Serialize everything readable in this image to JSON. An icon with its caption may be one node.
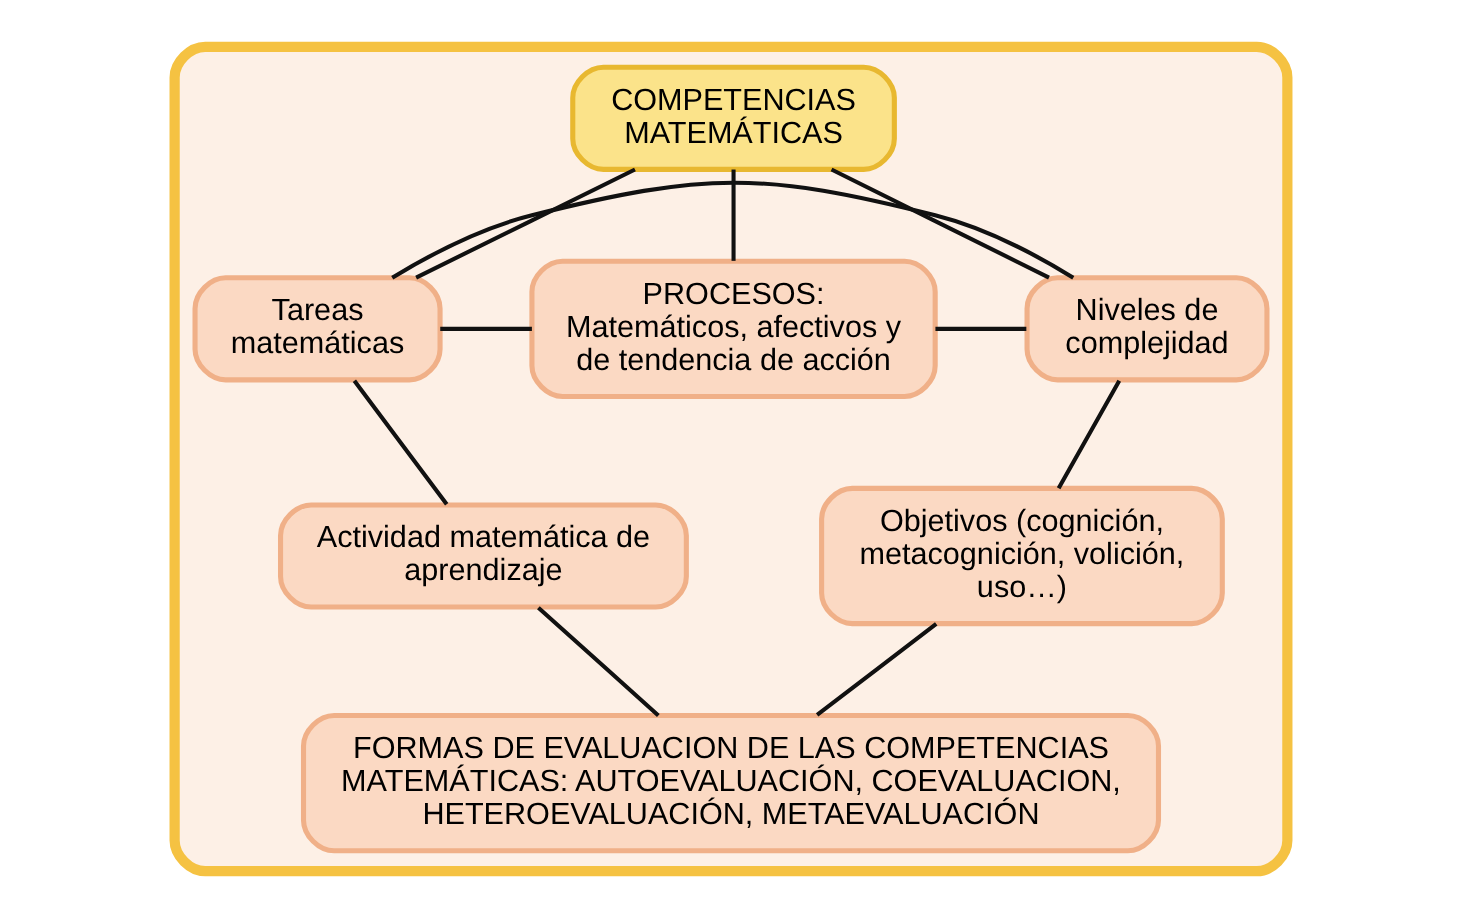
{
  "diagram": {
    "nodes": [
      {
        "text": [],
        "shape": "box"
      },
      {
        "text": [
          "COMPETENCIAS MATEMÁTICAS"
        ],
        "in": 0
      },
      {
        "text": [
          "Tareas matemáticas"
        ],
        "in": 0
      },
      {
        "text": [
          "PROCESOS:",
          "Matemáticos, afectivos y de tendencia de acción"
        ],
        "in": 0
      },
      {
        "text": [
          "Niveles de complejidad"
        ],
        "in": 0
      },
      {
        "text": [
          "Actividad matemática de aprendizaje"
        ],
        "in": 0
      },
      {
        "text": [
          "Objetivos (cognición, metacognición, volición, uso…)"
        ],
        "in": 0
      },
      {
        "text": [
          "FORMAS DE EVALUACION DE LAS COMPETENCIAS MATEMÁTICAS: AUTOEVALUACIÓN, COEVALUACION, HETEROEVALUACIÓN, METAEVALUACIÓN"
        ],
        "in": 0
      }
    ],
    "edges": [
      {
        "from": 1,
        "to": 2,
        "arrow": "none"
      },
      {
        "from": 1,
        "to": 3,
        "arrow": "none"
      },
      {
        "from": 1,
        "to": 4,
        "arrow": "none"
      },
      {
        "from": 2,
        "to": 3,
        "arrow": "none"
      },
      {
        "from": 3,
        "to": 4,
        "arrow": "none"
      },
      {
        "from": 2,
        "to": 4,
        "arrow": "none"
      },
      {
        "from": 2,
        "to": 5,
        "arrow": "none"
      },
      {
        "from": 4,
        "to": 6,
        "arrow": "none"
      },
      {
        "from": 5,
        "to": 7,
        "arrow": "none"
      },
      {
        "from": 6,
        "to": 7,
        "arrow": "none"
      }
    ]
  }
}
